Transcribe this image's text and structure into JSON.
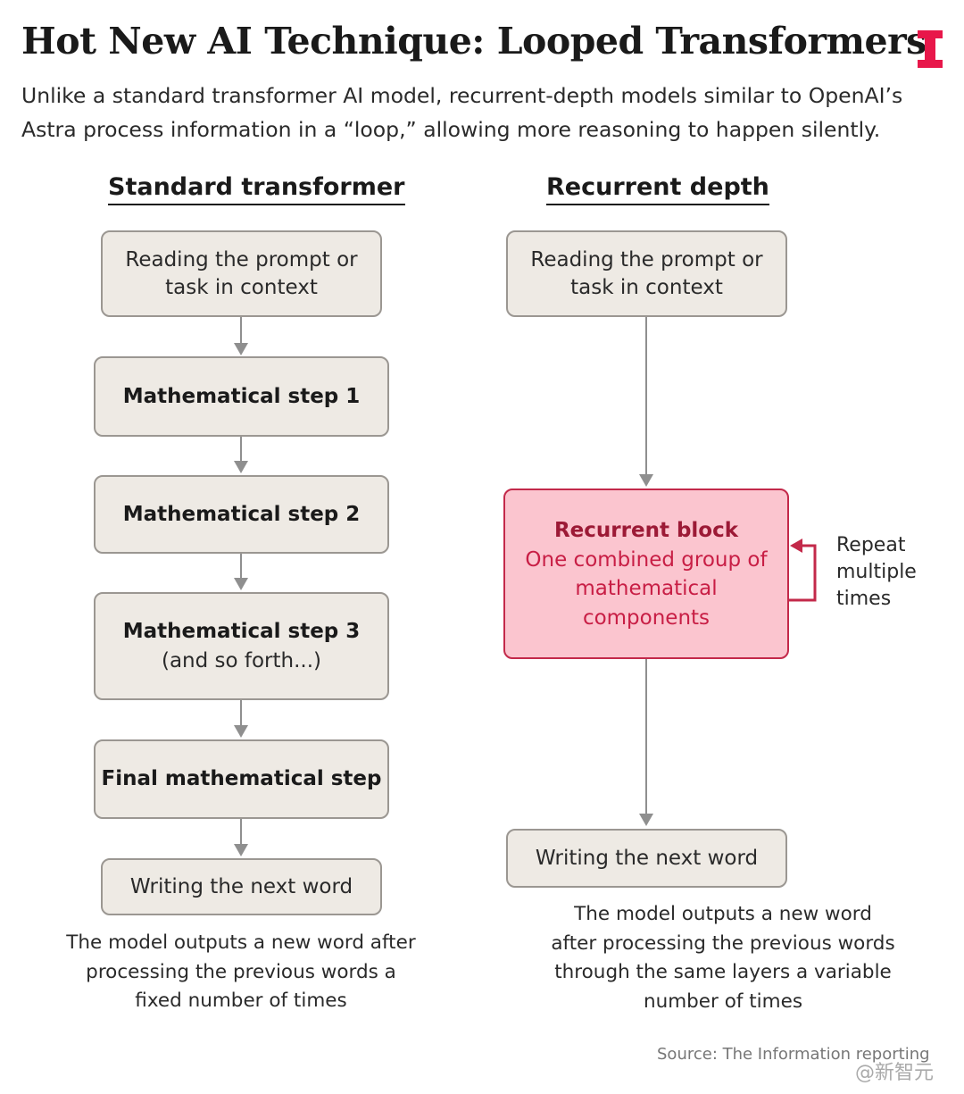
{
  "header": {
    "title": "Hot New AI Technique: Looped Transformers",
    "subtitle": "Unlike a standard transformer AI model, recurrent-depth models similar to OpenAI’s Astra process information in a “loop,” allowing more reasoning to happen silently."
  },
  "left": {
    "heading": "Standard transformer",
    "boxes": {
      "prompt": "Reading the prompt or task in context",
      "step1": "Mathematical step 1",
      "step2": "Mathematical step 2",
      "step3": "Mathematical step 3",
      "step3_note": "(and so forth...)",
      "final": "Final mathematical step",
      "output": "Writing the next word"
    },
    "caption": "The model outputs a new word after processing the previous words a fixed number of times"
  },
  "right": {
    "heading": "Recurrent depth",
    "boxes": {
      "prompt": "Reading the prompt or task in context",
      "recurrent_title": "Recurrent block",
      "recurrent_desc": "One combined group of mathematical components",
      "output": "Writing the next word"
    },
    "repeat_label": "Repeat multiple times",
    "caption": "The model outputs a new word after processing the previous words through the same layers a variable number of times"
  },
  "footer": {
    "source": "Source: The Information reporting",
    "watermark": "@新智元"
  },
  "colors": {
    "box_fill": "#eeeae4",
    "box_border": "#9b9792",
    "accent": "#c3294a",
    "recurrent_fill": "#fbc5cf",
    "logo": "#e8174a",
    "arrow": "#8f8f8f"
  },
  "icons": {
    "logo": "the-information-logo",
    "arrow": "arrow-down-icon",
    "loop": "loop-arrow-icon"
  }
}
